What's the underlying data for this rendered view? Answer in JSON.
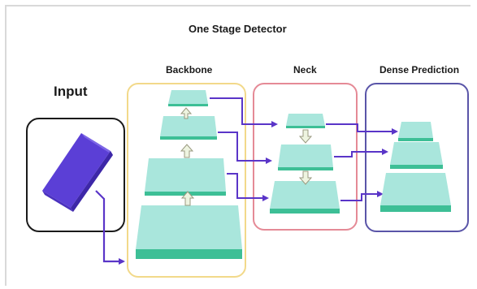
{
  "diagram": {
    "title": "One Stage Detector",
    "input_label": "Input",
    "backbone_label": "Backbone",
    "neck_label": "Neck",
    "dense_label": "Dense Prediction"
  },
  "colors": {
    "input_border": "#1a1a1a",
    "backbone_border": "#f2d98a",
    "neck_border": "#e58a96",
    "dense_border": "#5a55a8",
    "layer_face": "#a9e6dc",
    "layer_edge": "#3dbf96",
    "input_block": "#5b3fd6",
    "arrow": "#5a35c8",
    "up_arrow_fill": "#eef4e0",
    "up_arrow_stroke": "#9a9a80"
  }
}
